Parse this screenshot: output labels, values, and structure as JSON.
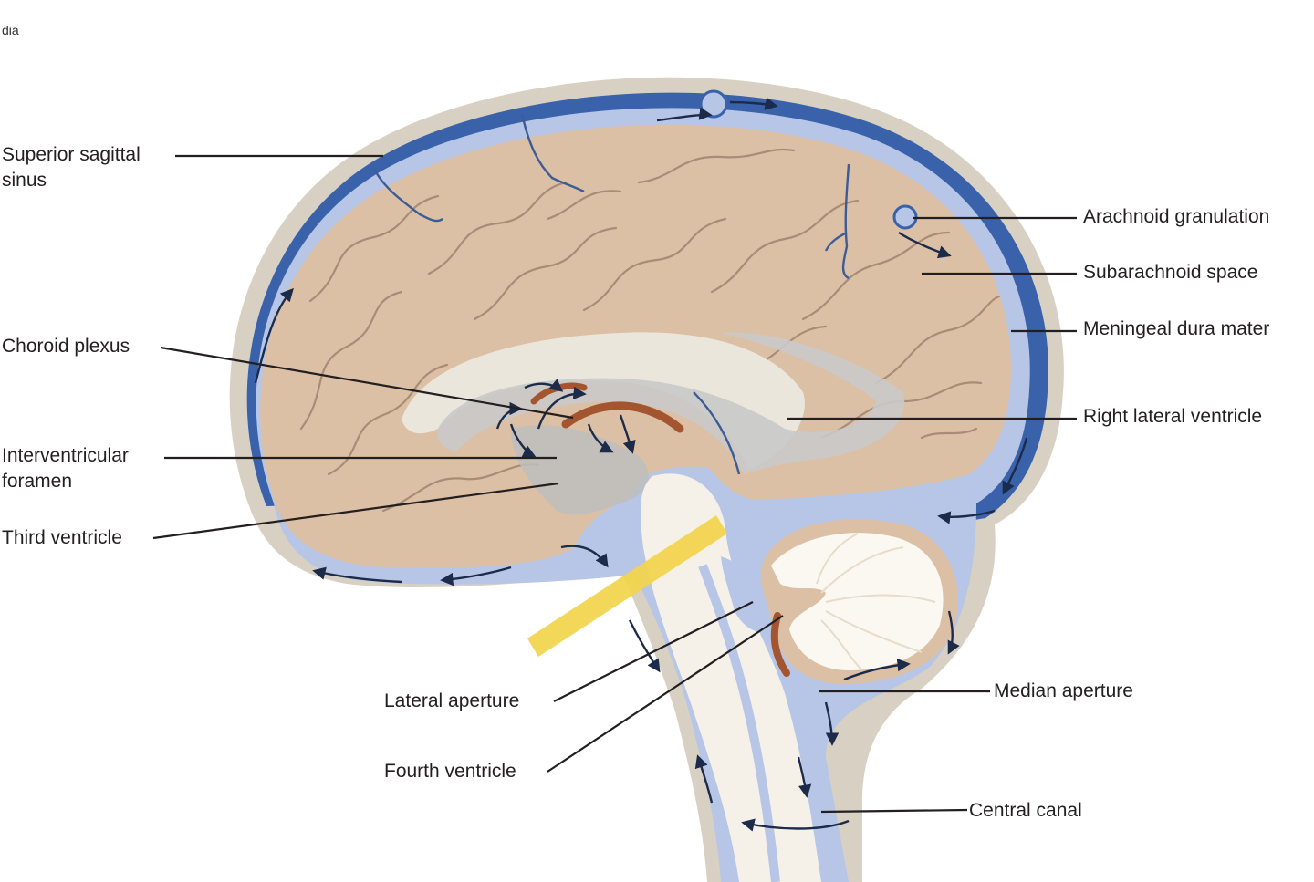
{
  "source_caption": "dia",
  "labels": {
    "superior_sagittal_sinus": [
      "Superior sagittal",
      "sinus"
    ],
    "choroid_plexus": "Choroid plexus",
    "interventricular_foramen": [
      "Interventricular",
      "foramen"
    ],
    "third_ventricle": "Third ventricle",
    "arachnoid_granulation": "Arachnoid granulation",
    "subarachnoid_space": "Subarachnoid space",
    "meningeal_dura_mater": "Meningeal dura mater",
    "right_lateral_ventricle": "Right lateral ventricle",
    "lateral_aperture": "Lateral aperture",
    "median_aperture": "Median aperture",
    "fourth_ventricle": "Fourth ventricle",
    "central_canal": "Central canal"
  },
  "colors": {
    "skull": "#d8d1c3",
    "dura_sinus": "#3a62aa",
    "csf": "#b7c6e6",
    "brain": "#dcc0a6",
    "gyrus_line": "#a88c77",
    "ventricle": "#c9c9c9",
    "choroid_plexus": "#a2552f",
    "cerebellum_white": "#fbf8f2",
    "yellow_bar": "#f2d44a",
    "flow_arrow": "#1d2b4a",
    "label_text": "#231f20"
  }
}
